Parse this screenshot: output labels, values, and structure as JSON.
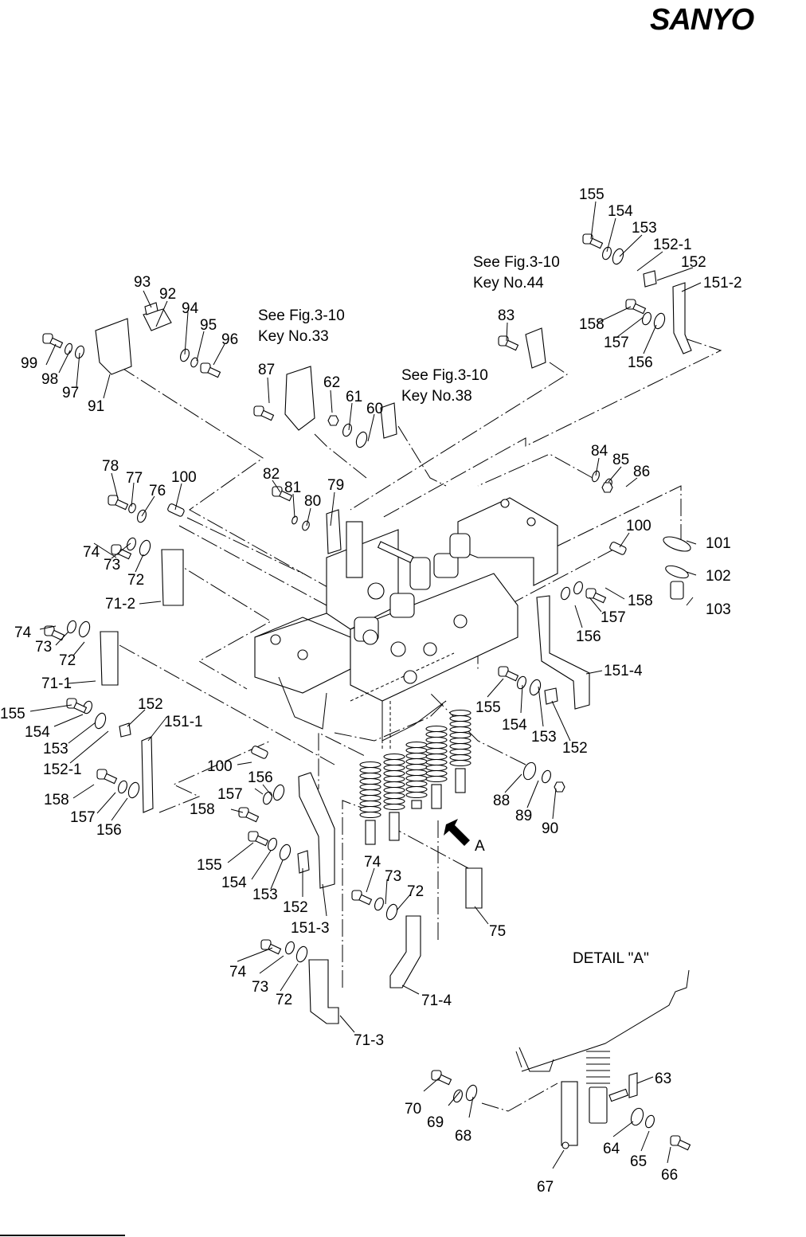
{
  "header": {
    "brand": "SANYO"
  },
  "notes": [
    {
      "id": "note-key44",
      "line1": "See Fig.3-10",
      "line2": "Key No.44"
    },
    {
      "id": "note-key33",
      "line1": "See Fig.3-10",
      "line2": "Key No.33"
    },
    {
      "id": "note-key38",
      "line1": "See Fig.3-10",
      "line2": "Key No.38"
    }
  ],
  "detail_title": "DETAIL  \"A\"",
  "view_arrow_label": "A",
  "labels": [
    "155",
    "154",
    "153",
    "152-1",
    "152",
    "151-2",
    "158",
    "157",
    "156",
    "83",
    "93",
    "92",
    "94",
    "95",
    "96",
    "99",
    "98",
    "97",
    "91",
    "87",
    "62",
    "61",
    "60",
    "84",
    "85",
    "86",
    "78",
    "77",
    "76",
    "100",
    "82",
    "81",
    "80",
    "79",
    "74",
    "73",
    "72",
    "71-2",
    "100",
    "101",
    "102",
    "103",
    "158",
    "157",
    "156",
    "74",
    "73",
    "72",
    "71-1",
    "151-4",
    "155",
    "154",
    "153",
    "152",
    "155",
    "154",
    "153",
    "152-1",
    "152",
    "151-1",
    "100",
    "156",
    "157",
    "158",
    "158",
    "157",
    "156",
    "88",
    "89",
    "90",
    "155",
    "154",
    "153",
    "152",
    "151-3",
    "74",
    "73",
    "72",
    "75",
    "71-4",
    "74",
    "73",
    "72",
    "71-3",
    "63",
    "70",
    "69",
    "68",
    "64",
    "65",
    "66",
    "67"
  ]
}
